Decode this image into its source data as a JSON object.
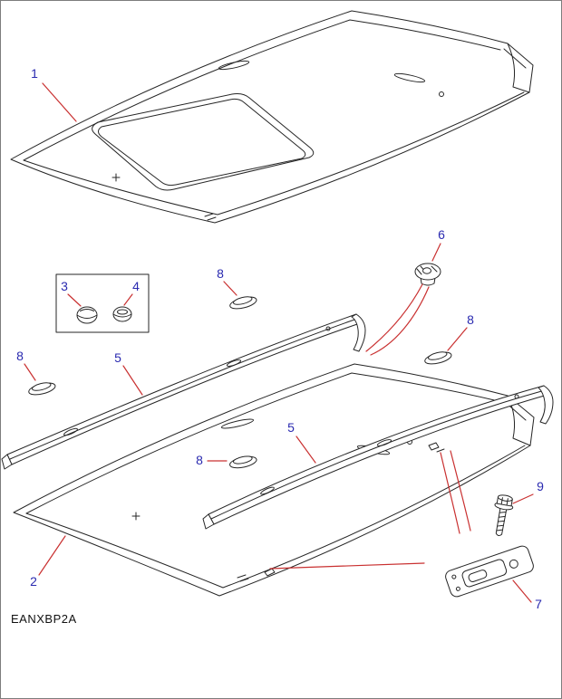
{
  "diagram": {
    "part_code": "EANXBP2A",
    "callouts": [
      {
        "label": "1"
      },
      {
        "label": "3"
      },
      {
        "label": "4"
      },
      {
        "label": "8"
      },
      {
        "label": "6"
      },
      {
        "label": "8"
      },
      {
        "label": "8"
      },
      {
        "label": "5"
      },
      {
        "label": "5"
      },
      {
        "label": "8"
      },
      {
        "label": "2"
      },
      {
        "label": "9"
      },
      {
        "label": "7"
      }
    ]
  },
  "colors": {
    "callout": "#2a2ab0",
    "leader": "#c93030",
    "line": "#262626",
    "background": "#ffffff",
    "border": "#7d7d7d"
  }
}
